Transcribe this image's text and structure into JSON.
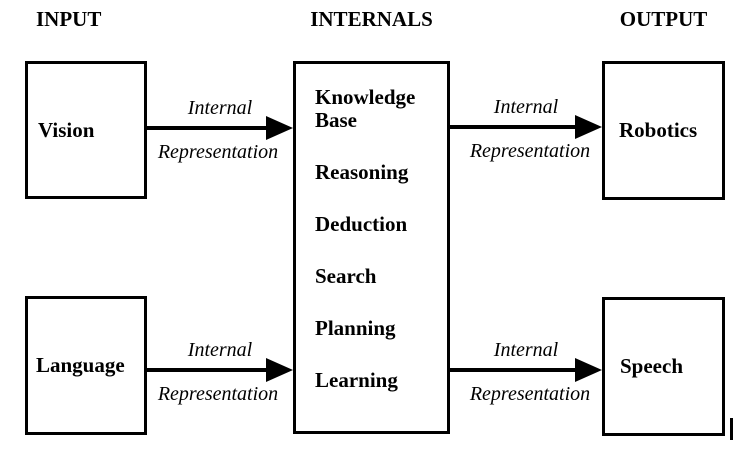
{
  "headers": {
    "input": "INPUT",
    "internals": "INTERNALS",
    "output": "OUTPUT"
  },
  "boxes": {
    "vision": "Vision",
    "language": "Language",
    "robotics": "Robotics",
    "speech": "Speech"
  },
  "internals_items": [
    "Knowledge Base",
    "Reasoning",
    "Deduction",
    "Search",
    "Planning",
    "Learning"
  ],
  "arrows": [
    {
      "id": "vision-to-internals",
      "line1": "Internal",
      "line2": "Representation"
    },
    {
      "id": "internals-to-robotics",
      "line1": "Internal",
      "line2": "Representation"
    },
    {
      "id": "language-to-internals",
      "line1": "Internal",
      "line2": "Representation"
    },
    {
      "id": "internals-to-speech",
      "line1": "Internal",
      "line2": "Representation"
    }
  ],
  "colors": {
    "foreground": "#000000",
    "background": "#ffffff"
  }
}
